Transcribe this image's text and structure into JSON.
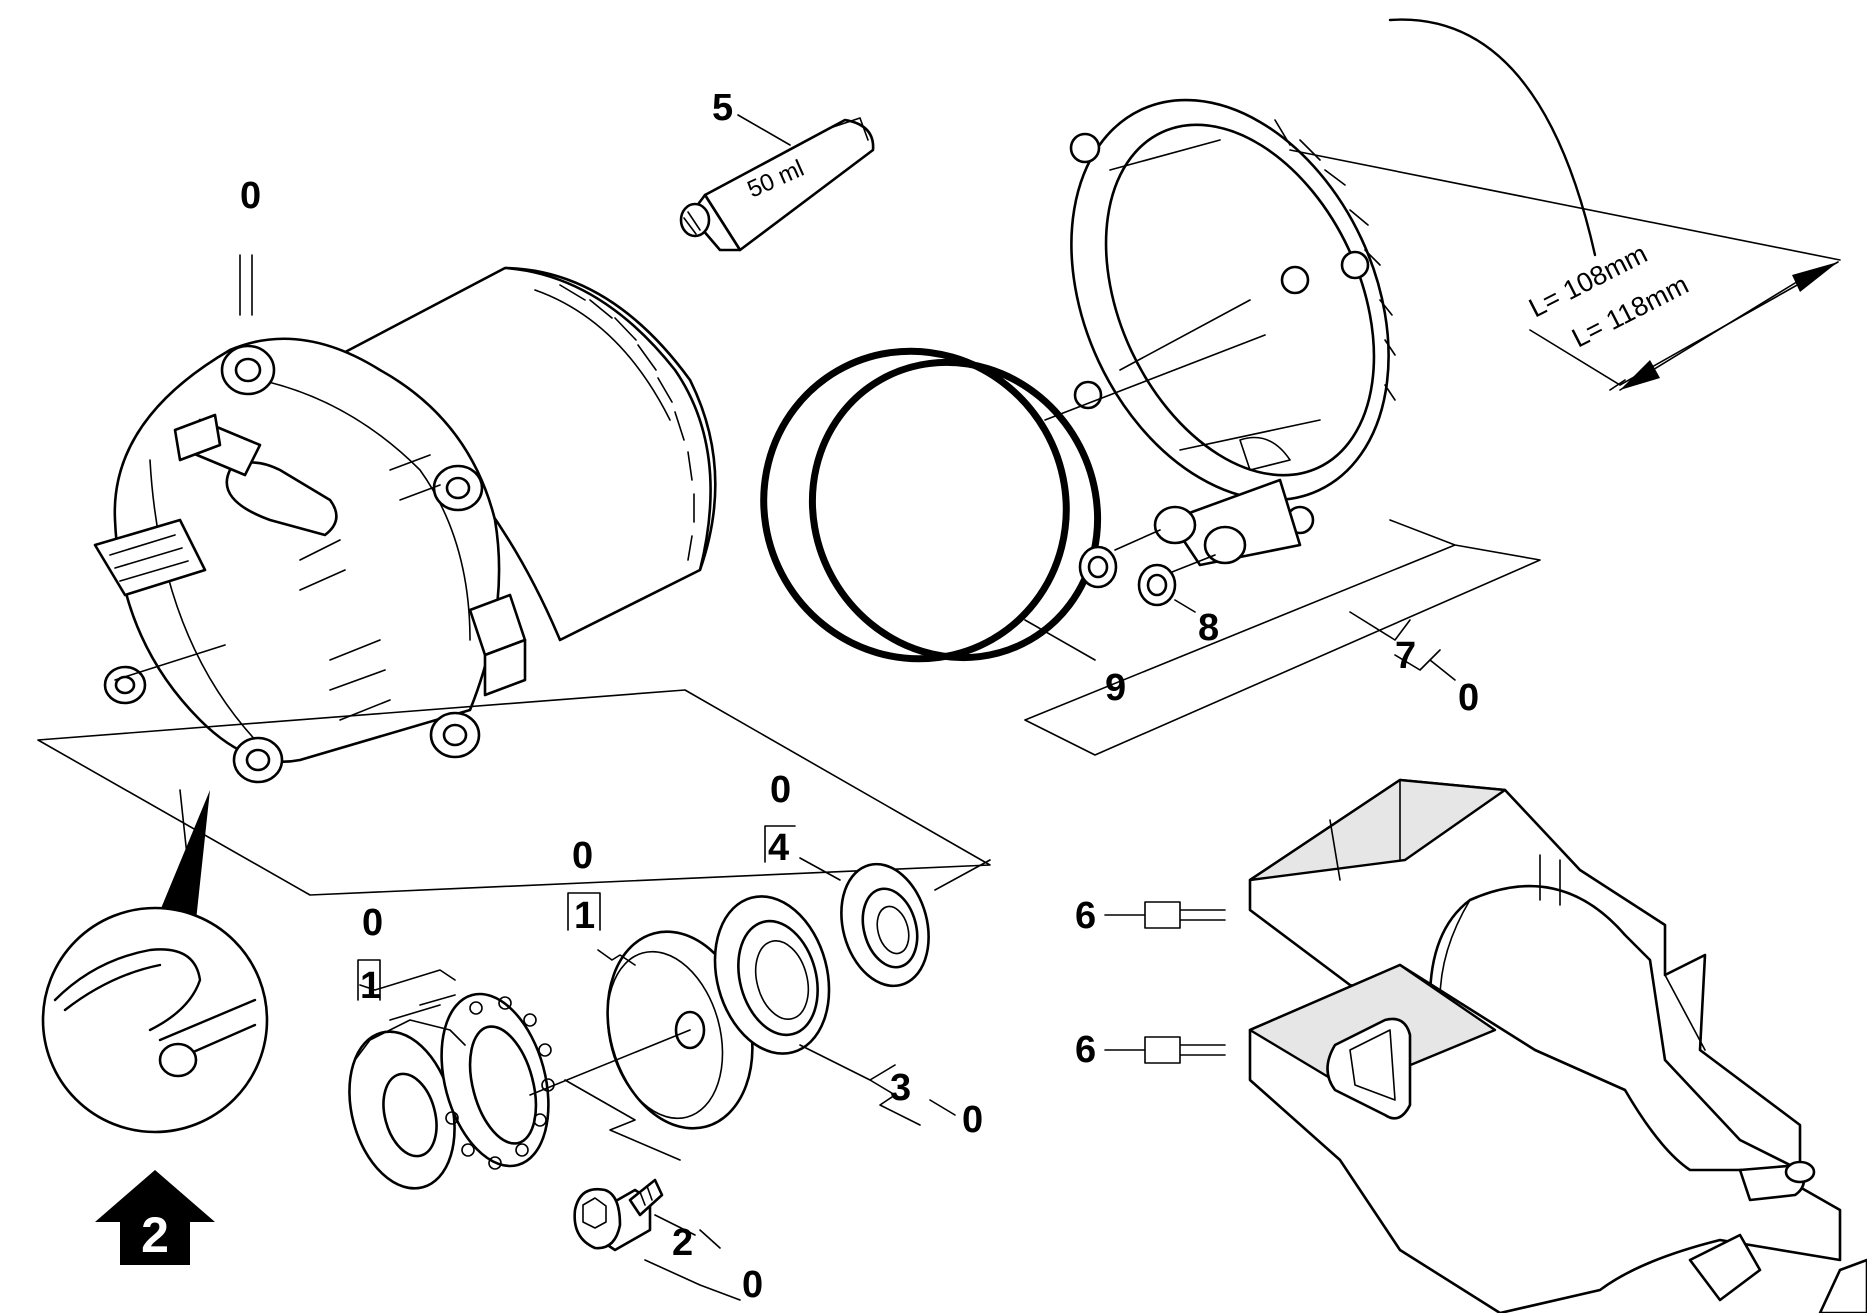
{
  "callouts": {
    "c0_cable": "0",
    "c5": "5",
    "c9": "9",
    "c8": "8",
    "c7": "7",
    "c7_sub": "0",
    "c0_bearing4": "0",
    "c4": "4",
    "c0_cup": "0",
    "c1_cup": "1",
    "c0_washer": "0",
    "c1_washer": "1",
    "c3": "3",
    "c3_sub": "0",
    "c2": "2",
    "c2_sub": "0",
    "c6_top": "6",
    "c6_bottom": "6",
    "view_ref": "2"
  },
  "tube_label": "50 ml",
  "dimensions": {
    "length_a": "L= 108mm",
    "length_b": "L= 118mm"
  }
}
